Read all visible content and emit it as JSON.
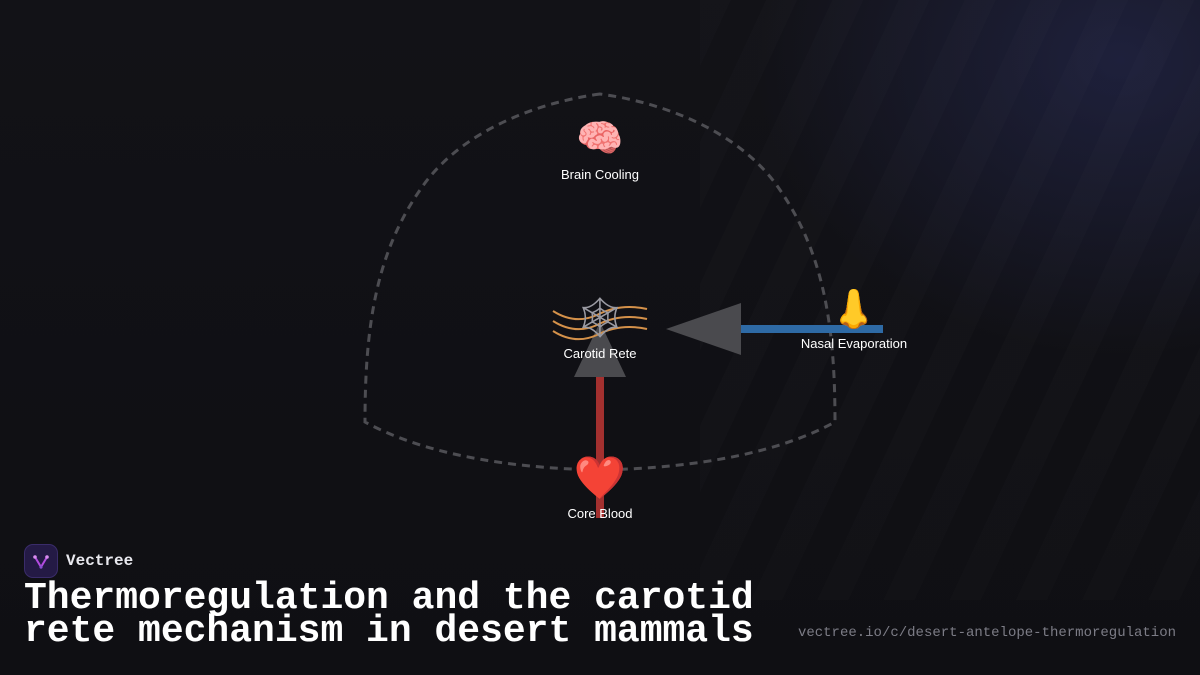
{
  "diagram": {
    "nodes": [
      {
        "id": "brain",
        "icon": "brain-icon",
        "glyph": "🧠",
        "label": "Brain Cooling"
      },
      {
        "id": "rete",
        "icon": "web-icon",
        "glyph": "🕸",
        "label": "Carotid Rete"
      },
      {
        "id": "nose",
        "icon": "nose-icon",
        "glyph": "👃",
        "label": "Nasal Evaporation"
      },
      {
        "id": "heart",
        "icon": "heart-icon",
        "glyph": "❤️",
        "label": "Core Blood"
      }
    ],
    "edges": [
      {
        "from": "heart",
        "to": "rete",
        "color": "#a3302f"
      },
      {
        "from": "nose",
        "to": "rete",
        "color": "#2e6aa5"
      }
    ],
    "colors": {
      "arrowhead": "#4a4a4e",
      "outline_dashed": "#4d4d52",
      "heat_waves": "#d4914a"
    }
  },
  "brand": {
    "name": "Vectree"
  },
  "footer": {
    "title": "Thermoregulation and the carotid\nrete mechanism in desert mammals",
    "url": "vectree.io/c/desert-antelope-thermoregulation"
  }
}
